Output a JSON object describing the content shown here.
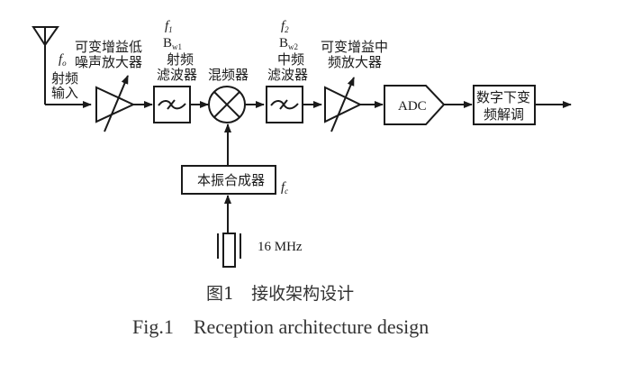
{
  "diagram": {
    "antenna": {
      "freq_symbol": "f",
      "freq_sub": "o",
      "label_line1": "射频",
      "label_line2": "输入"
    },
    "lna": {
      "label_line1": "可变增益低",
      "label_line2": "噪声放大器"
    },
    "rf_filter": {
      "freq_symbol": "f",
      "freq_sub": "1",
      "bw_symbol": "B",
      "bw_sub": "w1",
      "label_line1": "射频",
      "label_line2": "滤波器"
    },
    "mixer": {
      "label": "混频器"
    },
    "if_filter": {
      "freq_symbol": "f",
      "freq_sub": "2",
      "bw_symbol": "B",
      "bw_sub": "w2",
      "label_line1": "中频",
      "label_line2": "滤波器"
    },
    "if_amp": {
      "label_line1": "可变增益中",
      "label_line2": "频放大器"
    },
    "adc": {
      "label": "ADC"
    },
    "ddc": {
      "label_line1": "数字下变",
      "label_line2": "频解调"
    },
    "lo": {
      "label": "本振合成器",
      "freq_symbol": "f",
      "freq_sub": "c"
    },
    "crystal": {
      "label": "16 MHz"
    }
  },
  "caption": {
    "cn": "图1　接收架构设计",
    "en": "Fig.1　Reception architecture design"
  }
}
